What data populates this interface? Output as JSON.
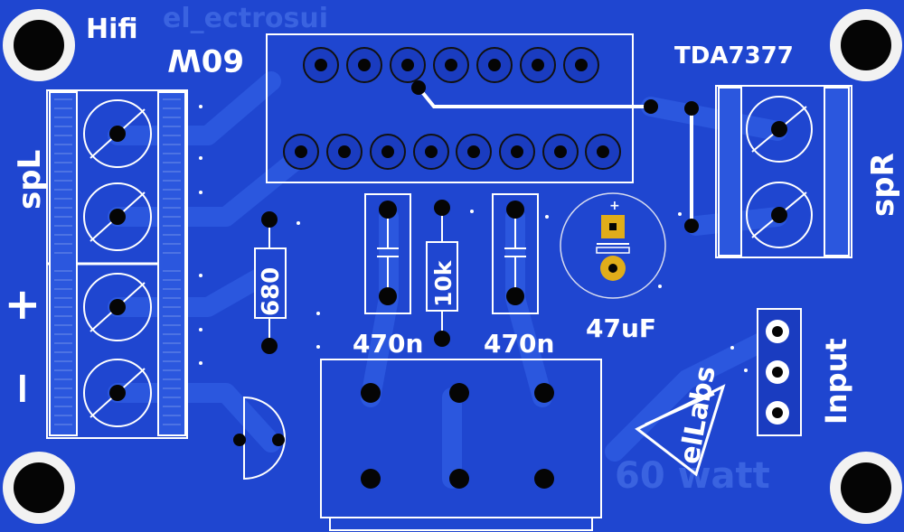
{
  "board": {
    "brand_top": "Hifi",
    "power_top": "60W",
    "chip": "TDA7377",
    "left_speaker": "spL",
    "right_speaker": "spR",
    "plus": "+",
    "minus": "−",
    "input": "Input",
    "resistor_1": "680",
    "resistor_2": "10k",
    "cap_1": "470n",
    "cap_2": "470n",
    "electrolytic": "47uF",
    "cap_plus": "+",
    "logo": "elLabs",
    "ghost_bottom": "60 watt",
    "ghost_top": "el_ectrosui",
    "colors": {
      "board": "#1f46d0",
      "trace": "#2a55dc",
      "silk": "#ffffff",
      "pad": "#050505",
      "gold": "#e0ad1a"
    }
  }
}
